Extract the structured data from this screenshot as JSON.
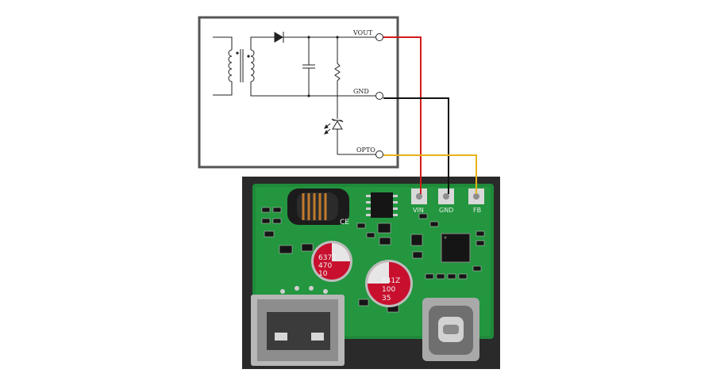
{
  "schematic": {
    "terminals": [
      {
        "id": "vout",
        "label": "VOUT"
      },
      {
        "id": "gnd",
        "label": "GND"
      },
      {
        "id": "opto",
        "label": "OPTO"
      }
    ]
  },
  "board": {
    "pad_labels": [
      "VIN",
      "GND",
      "FB"
    ],
    "cap_left": {
      "lines": [
        "637Z",
        "470",
        "10"
      ]
    },
    "cap_right": {
      "lines": [
        "641Z",
        "100",
        "35"
      ]
    },
    "inductor_mark": "CE"
  },
  "colors": {
    "vout_wire": "#d21a1a",
    "gnd_wire": "#111111",
    "opto_wire": "#e8b21a",
    "pcb_green": "#1f8a3a",
    "frame": "#555555"
  }
}
